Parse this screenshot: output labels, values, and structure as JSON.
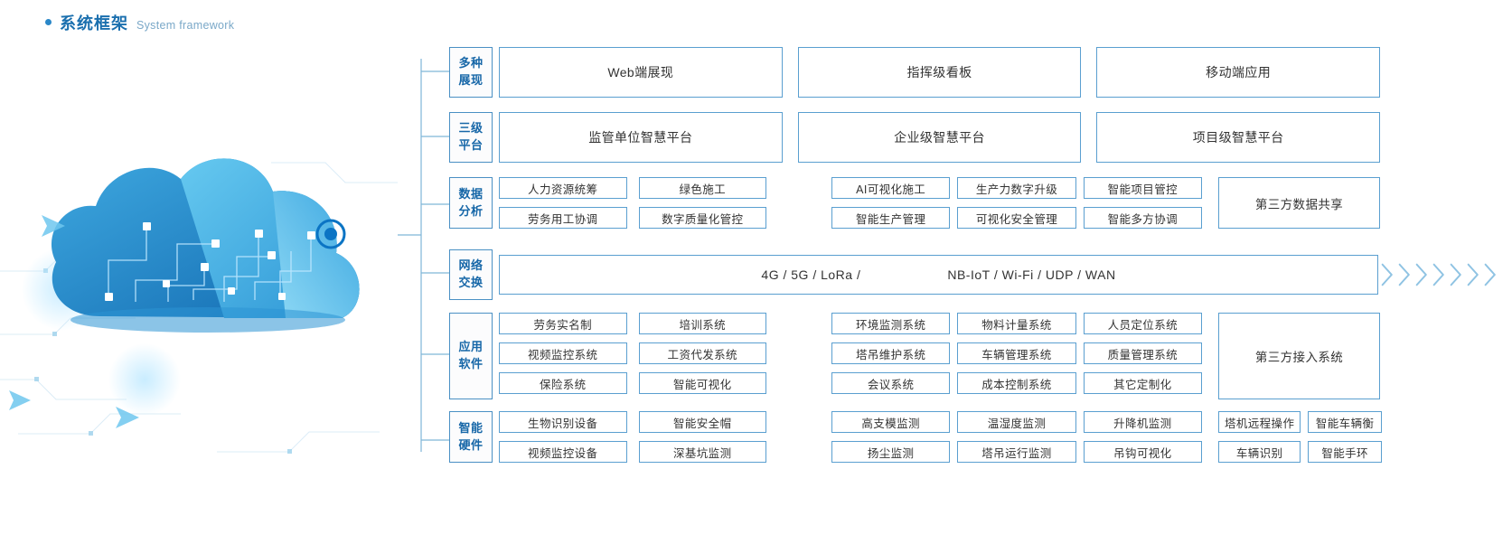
{
  "header": {
    "title_cn": "系统框架",
    "title_en": "System framework",
    "accent_color": "#1a6fae",
    "bullet_icon": "bullet-dot-icon"
  },
  "artwork": {
    "name": "cloud-network-illustration",
    "primary_color": "#1f8fd0",
    "secondary_color": "#63c6ee"
  },
  "rows": [
    {
      "category": {
        "line1": "多种",
        "line2": "展现"
      },
      "layout": "three-wide",
      "cells": [
        "Web端展现",
        "指挥级看板",
        "移动端应用"
      ]
    },
    {
      "category": {
        "line1": "三级",
        "line2": "平台"
      },
      "layout": "three-wide",
      "cells": [
        "监管单位智慧平台",
        "企业级智慧平台",
        "项目级智慧平台"
      ]
    },
    {
      "category": {
        "line1": "数据",
        "line2": "分析"
      },
      "layout": "grid-left2-mid3-side",
      "left": [
        [
          "人力资源统筹",
          "绿色施工"
        ],
        [
          "劳务用工协调",
          "数字质量化管控"
        ]
      ],
      "mid": [
        [
          "AI可视化施工",
          "生产力数字升级",
          "智能项目管控"
        ],
        [
          "智能生产管理",
          "可视化安全管理",
          "智能多方协调"
        ]
      ],
      "side": "第三方数据共享"
    },
    {
      "category": {
        "line1": "网络",
        "line2": "交换"
      },
      "layout": "network",
      "text_left": "4G / 5G / LoRa /",
      "text_right": "NB-IoT / Wi-Fi / UDP / WAN",
      "chevron_count": 7
    },
    {
      "category": {
        "line1": "应用",
        "line2": "软件"
      },
      "layout": "grid-left2-mid3-side",
      "left": [
        [
          "劳务实名制",
          "培训系统"
        ],
        [
          "视频监控系统",
          "工资代发系统"
        ],
        [
          "保险系统",
          "智能可视化"
        ]
      ],
      "mid": [
        [
          "环境监测系统",
          "物料计量系统",
          "人员定位系统"
        ],
        [
          "塔吊维护系统",
          "车辆管理系统",
          "质量管理系统"
        ],
        [
          "会议系统",
          "成本控制系统",
          "其它定制化"
        ]
      ],
      "side": "第三方接入系统"
    },
    {
      "category": {
        "line1": "智能",
        "line2": "硬件"
      },
      "layout": "grid-left2-mid3-right2",
      "left": [
        [
          "生物识别设备",
          "智能安全帽"
        ],
        [
          "视频监控设备",
          "深基坑监测"
        ]
      ],
      "mid": [
        [
          "高支模监测",
          "温湿度监测",
          "升降机监测"
        ],
        [
          "扬尘监测",
          "塔吊运行监测",
          "吊钩可视化"
        ]
      ],
      "right": [
        [
          "塔机远程操作",
          "智能车辆衡"
        ],
        [
          "车辆识别",
          "智能手环"
        ]
      ]
    }
  ]
}
